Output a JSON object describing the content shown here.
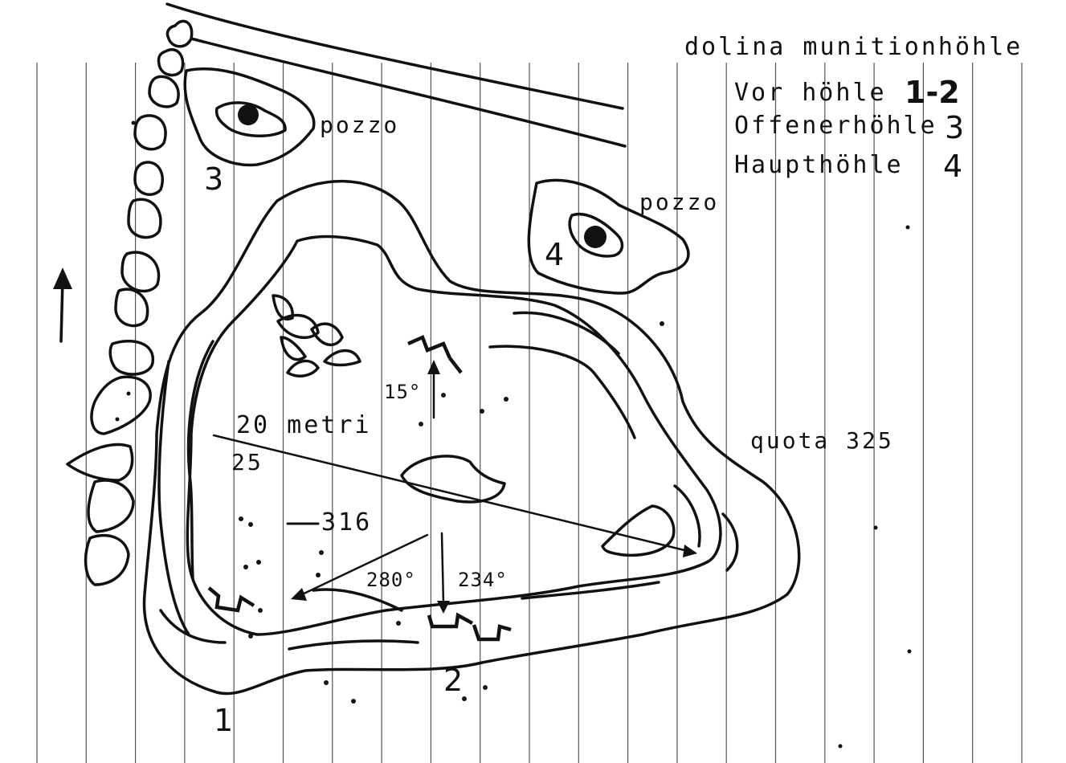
{
  "title": "dolina munitionhöhle",
  "legend": [
    {
      "name": "Vor höhle",
      "number": "1-2"
    },
    {
      "name": "Offenerhöhle",
      "number": "3"
    },
    {
      "name": "Haupthöhle",
      "number": "4"
    }
  ],
  "labels": {
    "pozzo_3": "pozzo",
    "pozzo_4": "pozzo",
    "quota": "quota 325",
    "scale": "20 metri",
    "scale_value": "25",
    "elevation": "316",
    "angle_north": "15°",
    "angle_west": "280°",
    "angle_south": "234°"
  },
  "numbers": {
    "n1": "1",
    "n2": "2",
    "n3": "3",
    "n4": "4"
  },
  "colors": {
    "ink": "#111111",
    "paper": "#ffffff",
    "grid": "#555555"
  },
  "icons": [
    "north-arrow-icon",
    "cave-entrance-icon",
    "pit-icon"
  ]
}
